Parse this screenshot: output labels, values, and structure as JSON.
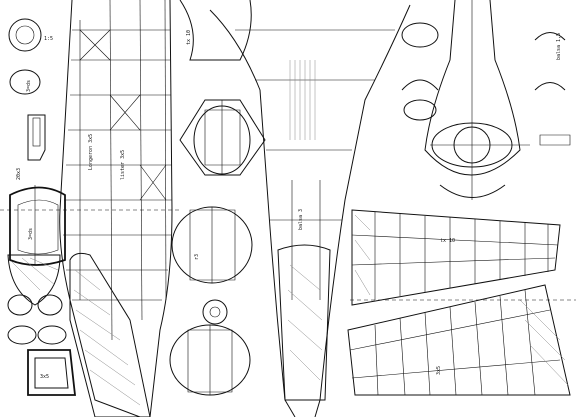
{
  "sheet": {
    "label_front_view": "1:5",
    "label_bulkhead_a": "3=ds",
    "label_bulkhead_b": "3=ds",
    "label_longeron": "Longeron 3x5",
    "label_former_top": "tx 10",
    "label_spar": "lister 3x5",
    "label_rib": "r3",
    "label_wing_rib": "tx 10",
    "label_fairing": "balsa 3",
    "label_nose": "20x3",
    "label_tail_a": "3x5",
    "label_tail_b": "3x5",
    "label_fin": "balsa 1,5"
  }
}
